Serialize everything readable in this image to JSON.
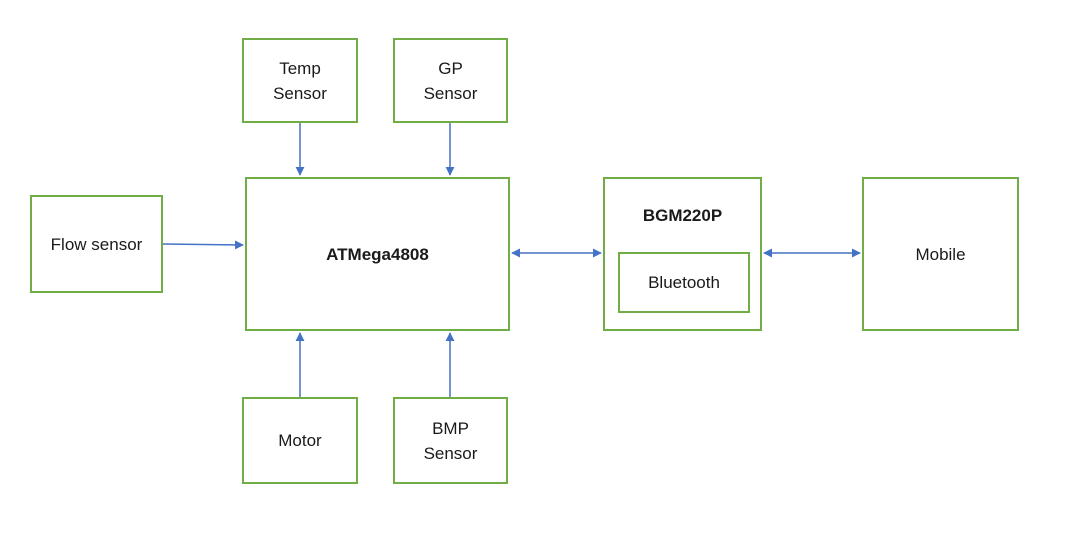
{
  "nodes": {
    "temp_sensor": "Temp\nSensor",
    "gp_sensor": "GP\nSensor",
    "flow_sensor": "Flow sensor",
    "mcu": "ATMega4808",
    "bgm": "BGM220P",
    "bluetooth": "Bluetooth",
    "mobile": "Mobile",
    "motor": "Motor",
    "bmp_sensor": "BMP\nSensor"
  },
  "colors": {
    "box_border": "#70ad47",
    "arrow": "#4472c4",
    "text": "#1a1a1a"
  },
  "edges": [
    {
      "from": "temp_sensor",
      "to": "mcu",
      "direction": "one-way"
    },
    {
      "from": "gp_sensor",
      "to": "mcu",
      "direction": "one-way"
    },
    {
      "from": "flow_sensor",
      "to": "mcu",
      "direction": "one-way"
    },
    {
      "from": "motor",
      "to": "mcu",
      "direction": "one-way"
    },
    {
      "from": "bmp_sensor",
      "to": "mcu",
      "direction": "one-way"
    },
    {
      "from": "mcu",
      "to": "bgm",
      "direction": "two-way"
    },
    {
      "from": "bgm",
      "to": "mobile",
      "direction": "two-way"
    }
  ]
}
